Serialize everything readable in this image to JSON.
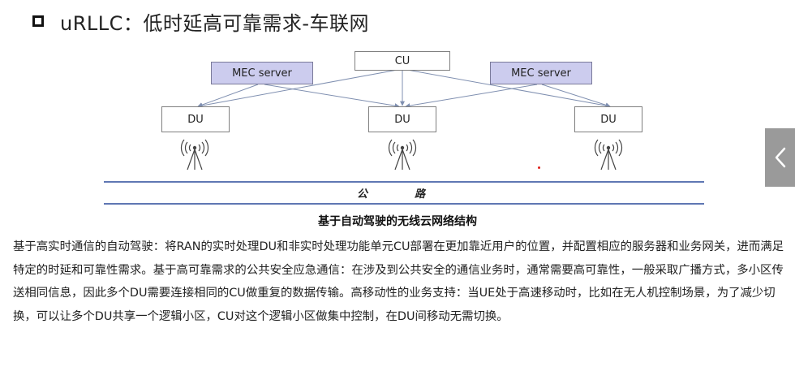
{
  "title": {
    "text": "uRLLC：低时延高可靠需求-车联网"
  },
  "diagram": {
    "cu_label": "CU",
    "mec_left_label": "MEC server",
    "mec_right_label": "MEC server",
    "du_left_label": "DU",
    "du_center_label": "DU",
    "du_right_label": "DU",
    "road_char1": "公",
    "road_char2": "路",
    "caption": "基于自动驾驶的无线云网络结构"
  },
  "body": {
    "paragraph": "基于高实时通信的自动驾驶：将RAN的实时处理DU和非实时处理功能单元CU部署在更加靠近用户的位置，并配置相应的服务器和业务网关，进而满足特定的时延和可靠性需求。基于高可靠需求的公共安全应急通信：在涉及到公共安全的通信业务时，通常需要高可靠性，一般采取广播方式，多小区传送相同信息，因此多个DU需要连接相同的CU做重复的数据传输。高移动性的业务支持：当UE处于高速移动时，比如在无人机控制场景，为了减少切换，可以让多个DU共享一个逻辑小区，CU对这个逻辑小区做集中控制，在DU间移动无需切换。"
  },
  "colors": {
    "mec_fill": "#ccccee",
    "arrow": "#7f8fb0",
    "antenna": "#444444",
    "nav_tab": "#9a9a9a"
  },
  "icons": {
    "nav": "chevron-left-icon",
    "antenna": "antenna-icon",
    "bullet": "square-bullet-icon"
  }
}
